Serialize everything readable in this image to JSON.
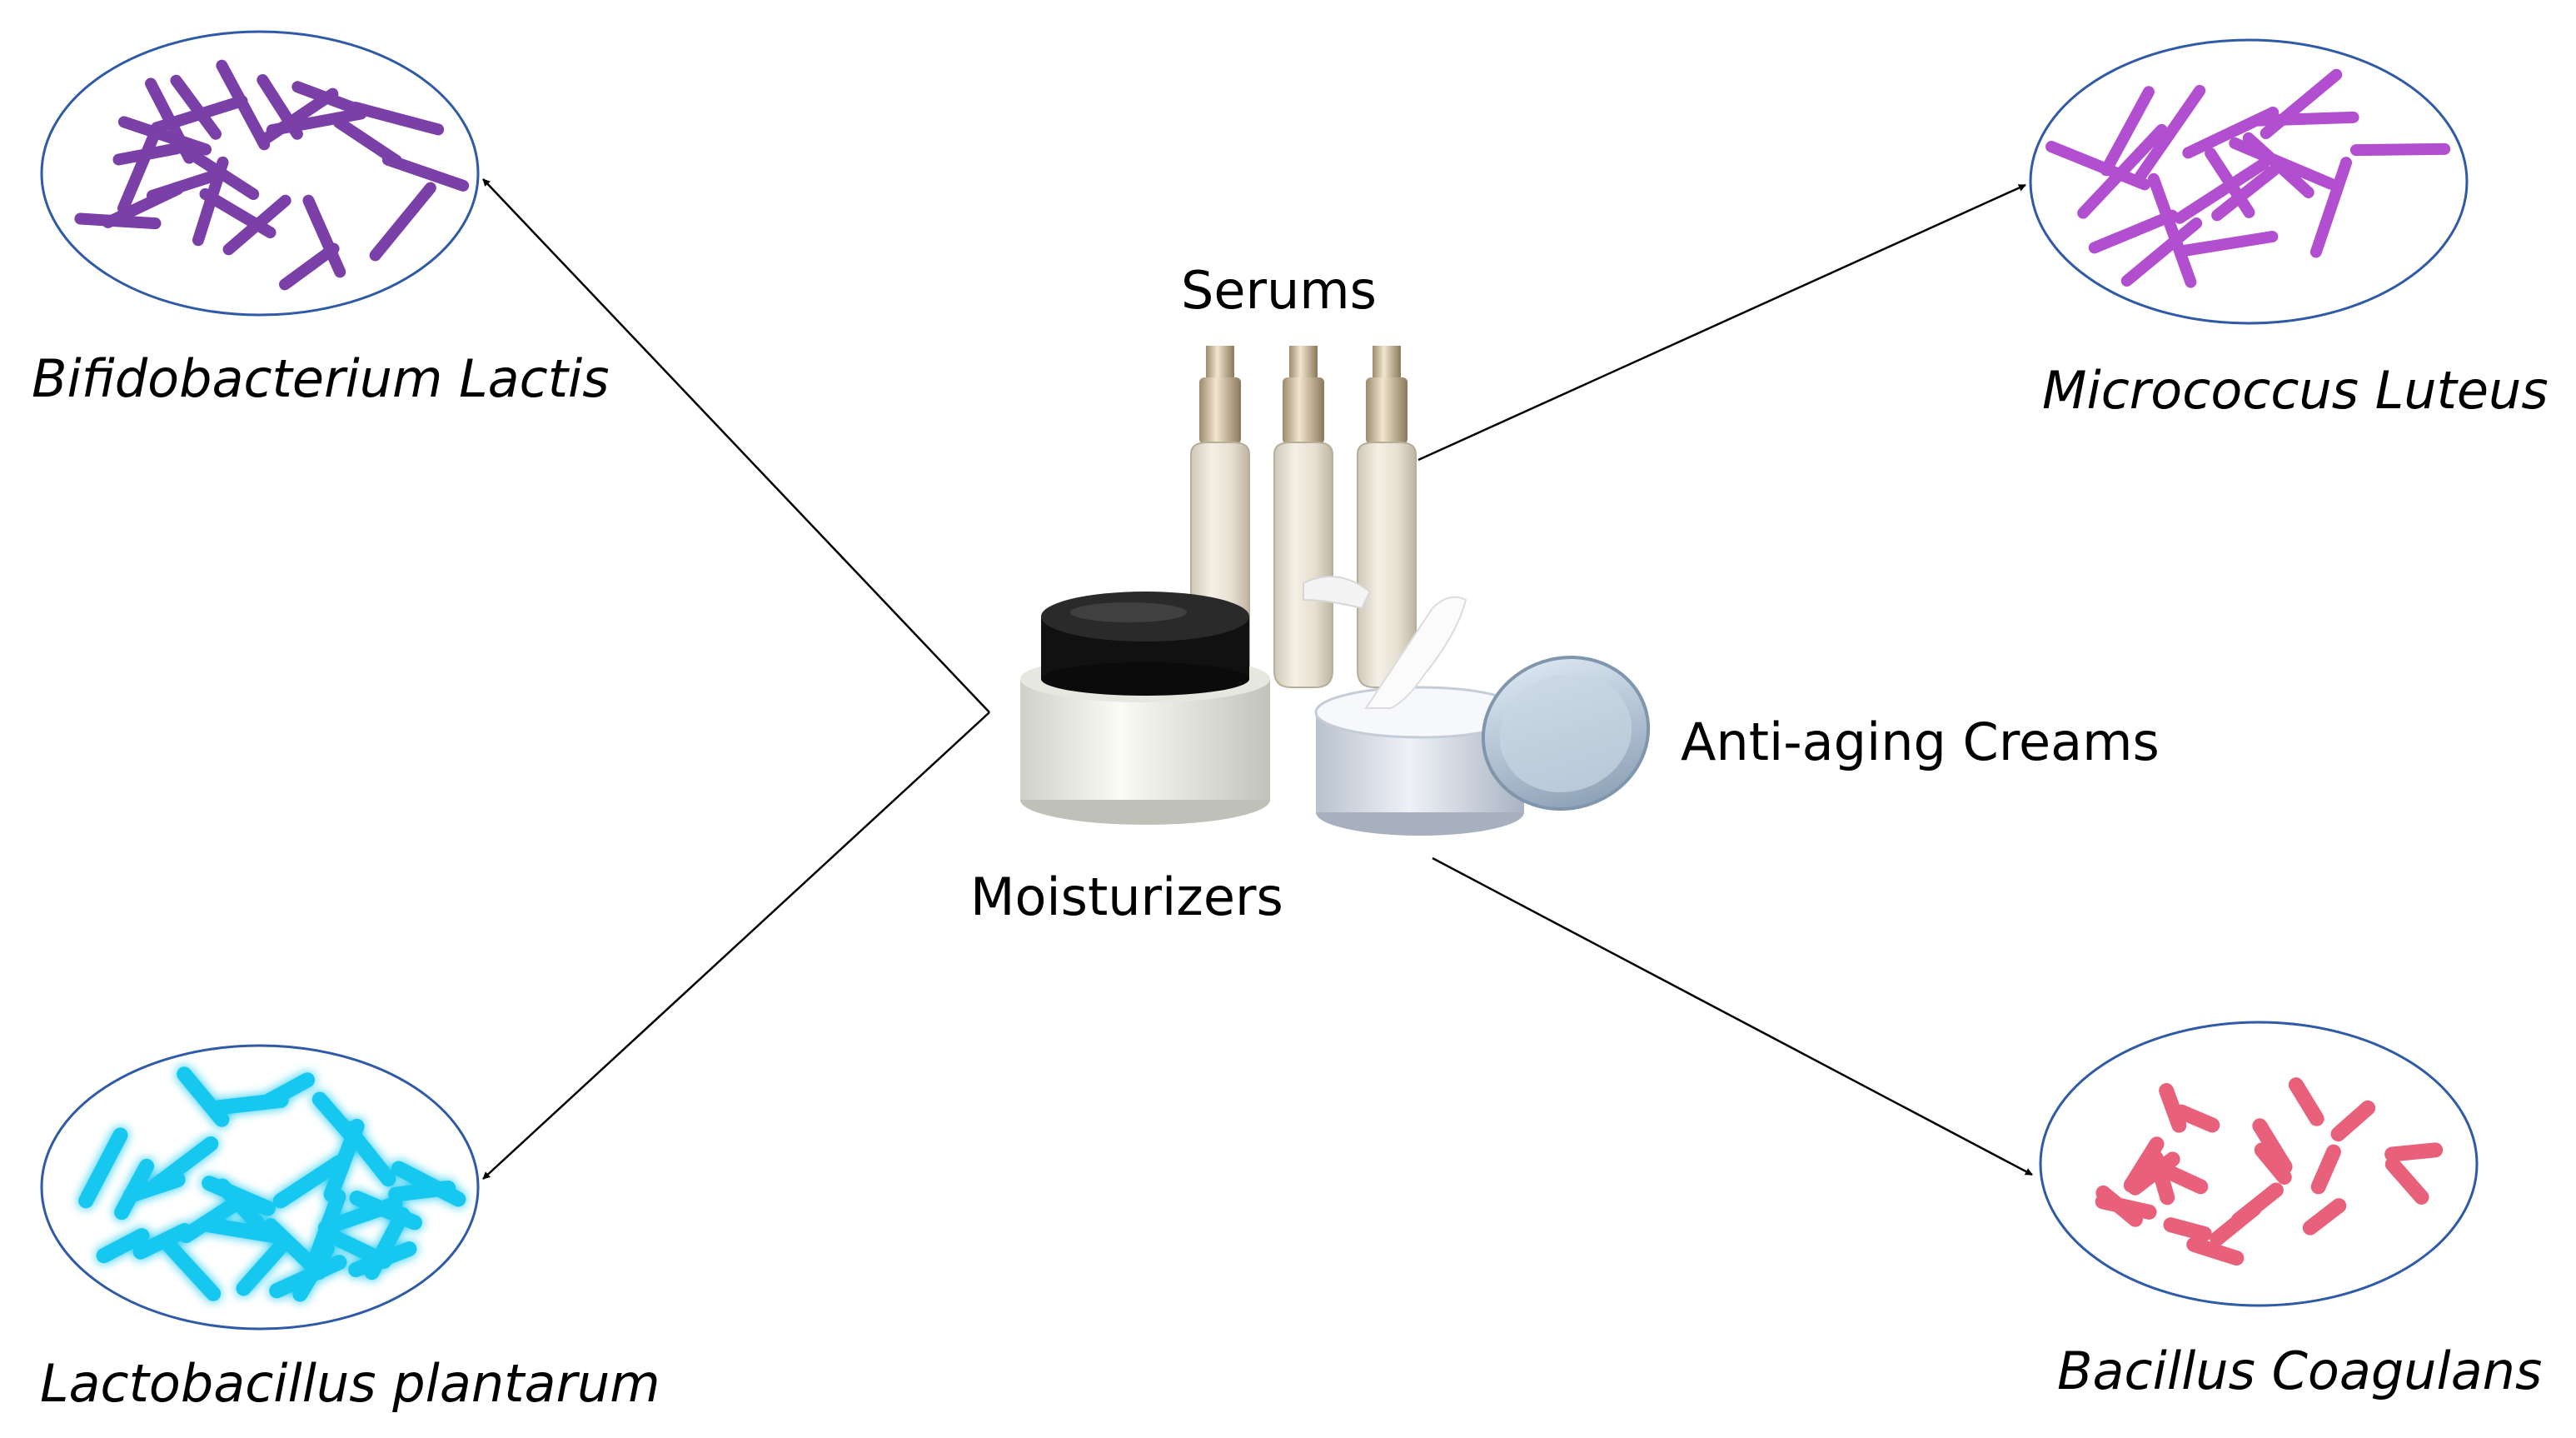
{
  "diagram": {
    "products": {
      "serums": "Serums",
      "anti_aging_creams": "Anti-aging Creams",
      "moisturizers": "Moisturizers"
    },
    "bacteria": [
      {
        "key": "bifido",
        "name": "Bifidobacterium Lactis",
        "color": "#7b3fa8",
        "shape": "segmented-rods"
      },
      {
        "key": "lacto",
        "name": "Lactobacillus plantarum",
        "color": "#16c8f0",
        "shape": "glowing-rods"
      },
      {
        "key": "micro",
        "name": "Micrococcus Luteus",
        "color": "#b24fd0",
        "shape": "rods"
      },
      {
        "key": "bacillus",
        "name": "Bacillus Coagulans",
        "color": "#e8607a",
        "shape": "rods"
      }
    ],
    "ellipse_stroke": "#2f5aa8",
    "arrow_color": "#000000"
  }
}
